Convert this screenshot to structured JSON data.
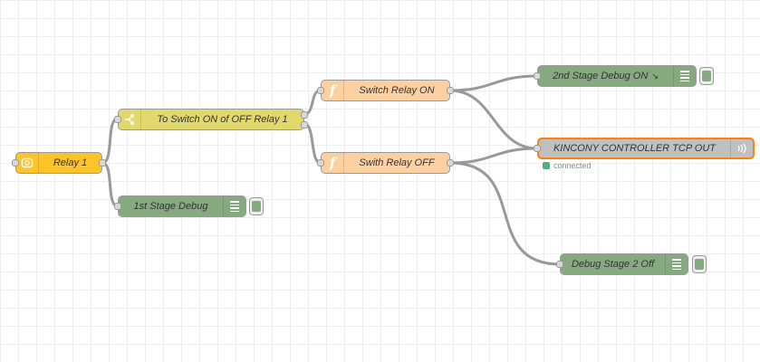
{
  "colors": {
    "inject": "#fdc42a",
    "switch": "#e2d96e",
    "function": "#fdd0a2",
    "debug": "#87a980",
    "tcp": "#c0c0c0",
    "selected_border": "#ff7f0e",
    "wire": "#999999",
    "status_connected": "#55aa88"
  },
  "nodes": {
    "relay1": {
      "label": "Relay 1",
      "icon": "inject-icon"
    },
    "switch_node": {
      "label": "To Switch ON of OFF Relay 1",
      "icon": "switch-icon"
    },
    "debug1": {
      "label": "1st Stage Debug",
      "icon": "debug-icon"
    },
    "func_on": {
      "label": "Switch Relay ON",
      "icon": "function-icon"
    },
    "func_off": {
      "label": "Swith Relay OFF",
      "icon": "function-icon"
    },
    "debug_on": {
      "label": "2nd Stage Debug ON",
      "icon": "debug-icon"
    },
    "tcp_out": {
      "label": "KINCONY CONTROLLER TCP OUT",
      "icon": "tcp-icon",
      "status": "connected"
    },
    "debug_off": {
      "label": "Debug Stage 2 Off",
      "icon": "debug-icon"
    }
  }
}
